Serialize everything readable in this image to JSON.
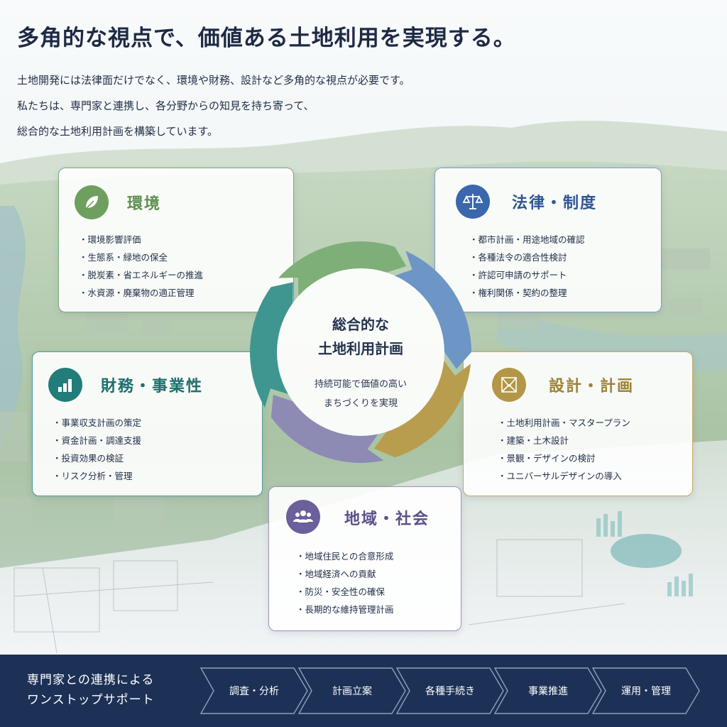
{
  "header": {
    "title": "多角的な視点で、価値ある土地利用を実現する。",
    "intro": [
      "土地開発には法律面だけでなく、環境や財務、設計など多角的な視点が必要です。",
      "私たちは、専門家と連携し、各分野からの知見を持ち寄って、",
      "総合的な土地利用計画を構築しています。"
    ]
  },
  "center": {
    "title_lines": [
      "総合的な",
      "土地利用計画"
    ],
    "sub_lines": [
      "持続可能で価値の高い",
      "まちづくりを実現"
    ]
  },
  "cards": {
    "environment": {
      "title": "環境",
      "icon": "leaf-icon",
      "color": "#6e9f5e",
      "items": [
        "環境影響評価",
        "生態系・緑地の保全",
        "脱炭素・省エネルギーの推進",
        "水資源・廃棄物の適正管理"
      ]
    },
    "law": {
      "title": "法律・制度",
      "icon": "scales-icon",
      "color": "#3a67ad",
      "items": [
        "都市計画・用途地域の確認",
        "各種法令の適合性検討",
        "許認可申請のサポート",
        "権利関係・契約の整理"
      ]
    },
    "finance": {
      "title": "財務・事業性",
      "icon": "bar-chart-icon",
      "color": "#227d7a",
      "items": [
        "事業収支計画の策定",
        "資金計画・調達支援",
        "投資効果の検証",
        "リスク分析・管理"
      ]
    },
    "design": {
      "title": "設計・計画",
      "icon": "blueprint-icon",
      "color": "#b39746",
      "items": [
        "土地利用計画・マスタープラン",
        "建築・土木設計",
        "景観・デザインの検討",
        "ユニバーサルデザインの導入"
      ]
    },
    "region": {
      "title": "地域・社会",
      "icon": "people-icon",
      "color": "#6b5f9c",
      "items": [
        "地域住民との合意形成",
        "地域経済への貢献",
        "防災・安全性の確保",
        "長期的な維持管理計画"
      ]
    }
  },
  "ring_colors": [
    "#7faf78",
    "#6d95c6",
    "#b89d4e",
    "#8d8ab4",
    "#3f9690"
  ],
  "footer": {
    "lead_lines": [
      "専門家との連携による",
      "ワンストップサポート"
    ],
    "steps": [
      "調査・分析",
      "計画立案",
      "各種手続き",
      "事業推進",
      "運用・管理"
    ]
  }
}
